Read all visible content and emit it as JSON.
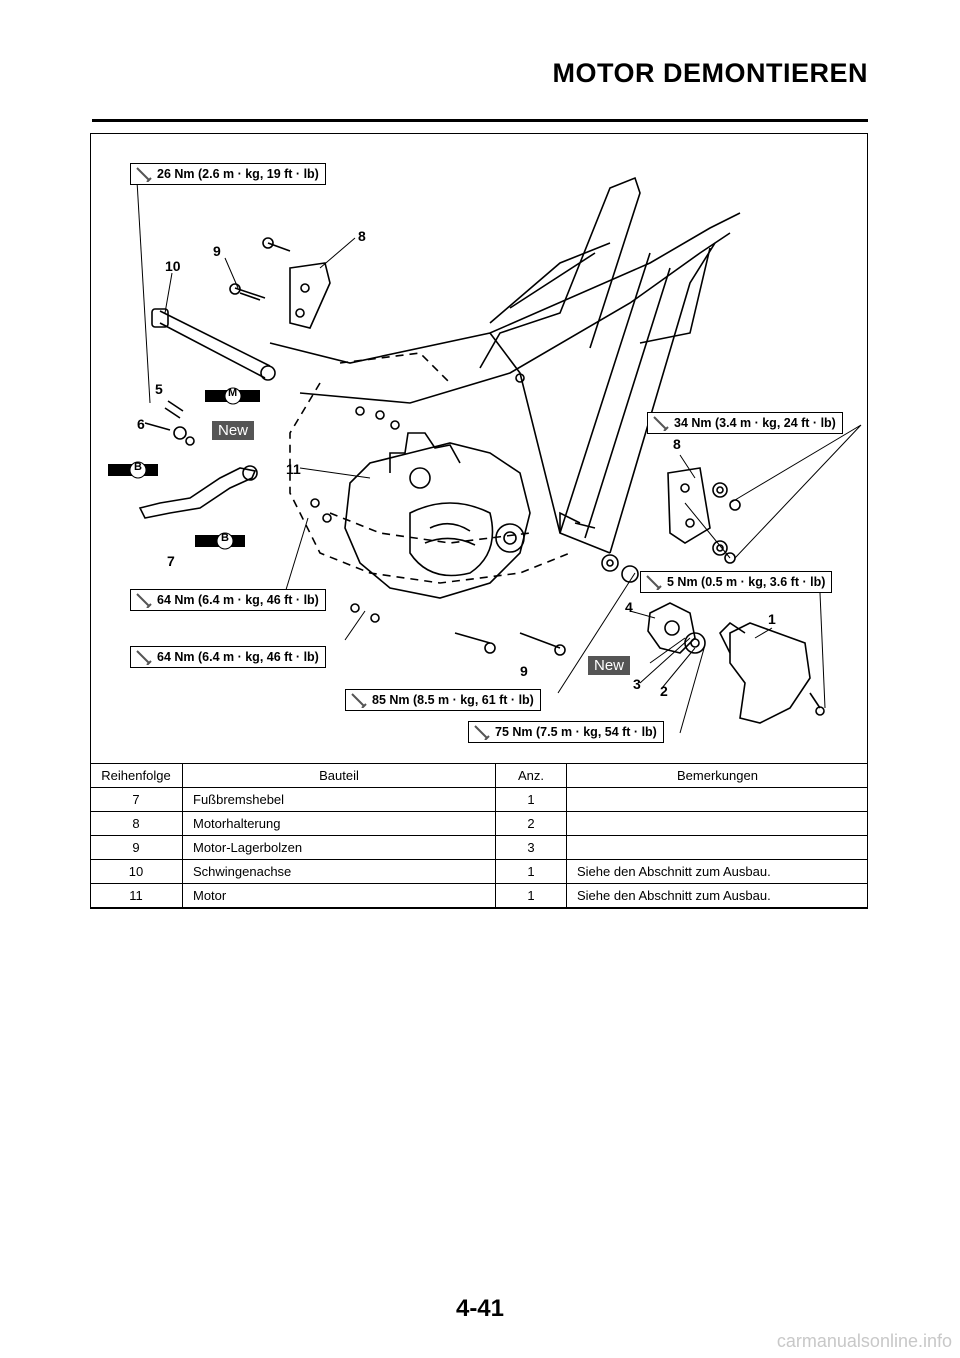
{
  "header": {
    "title": "MOTOR DEMONTIEREN"
  },
  "diagram": {
    "torque_labels": [
      "26 Nm (2.6 m · kg, 19 ft · lb)",
      "34 Nm (3.4 m · kg, 24 ft · lb)",
      "5 Nm (0.5 m · kg, 3.6 ft · lb)",
      "64 Nm (6.4 m · kg, 46 ft · lb)",
      "64 Nm (6.4 m · kg, 46 ft · lb)",
      "85 Nm (8.5 m · kg, 61 ft · lb)",
      "75 Nm (7.5 m · kg, 54 ft · lb)"
    ],
    "callouts": [
      "10",
      "9",
      "8",
      "5",
      "6",
      "11",
      "7",
      "8",
      "4",
      "1",
      "3",
      "2",
      "9"
    ],
    "new_badge": "New",
    "lube_b": "B",
    "lube_m": "M"
  },
  "table": {
    "headers": [
      "Reihenfolge",
      "Bauteil",
      "Anz.",
      "Bemerkungen"
    ],
    "rows": [
      [
        "7",
        "Fußbremshebel",
        "1",
        ""
      ],
      [
        "8",
        "Motorhalterung",
        "2",
        ""
      ],
      [
        "9",
        "Motor-Lagerbolzen",
        "3",
        ""
      ],
      [
        "10",
        "Schwingenachse",
        "1",
        "Siehe den Abschnitt zum Ausbau."
      ],
      [
        "11",
        "Motor",
        "1",
        "Siehe den Abschnitt zum Ausbau."
      ]
    ]
  },
  "footer": {
    "page_number": "4-41",
    "watermark": "carmanualsonline.info"
  }
}
